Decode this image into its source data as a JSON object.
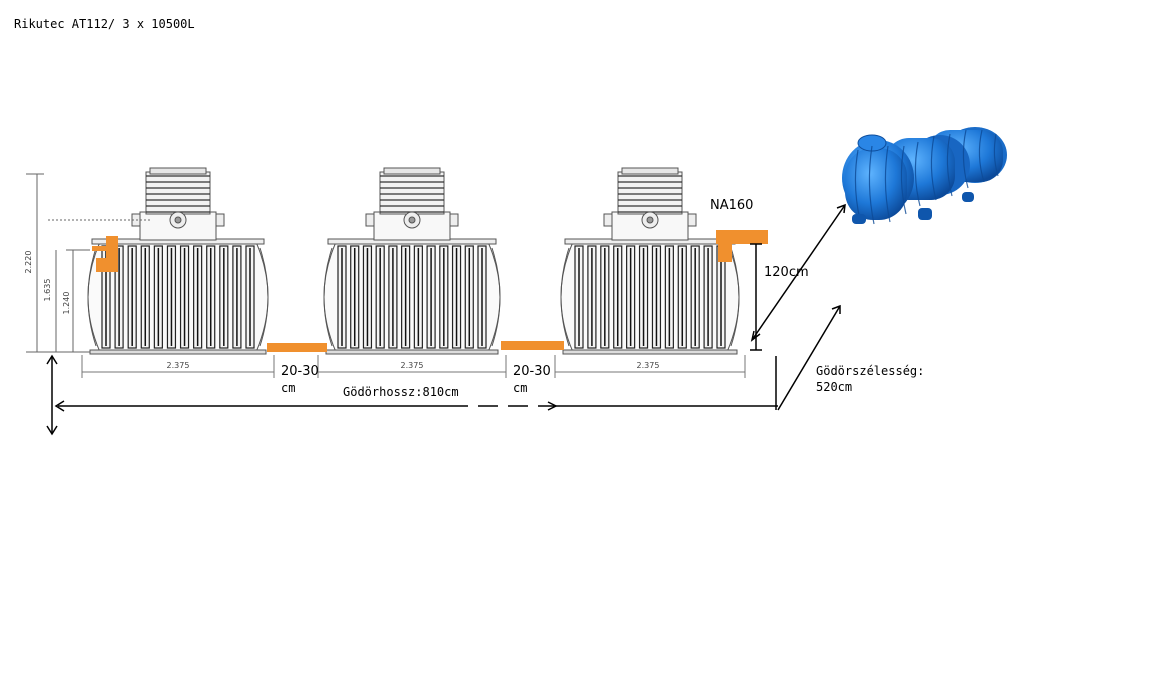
{
  "title": "Rikutec AT112/ 3 x 10500L",
  "dimensions": {
    "height_total": "2.220",
    "height_mid": "1.635",
    "height_body": "1.240",
    "tank_lengths": [
      "2.375",
      "2.375",
      "2.375"
    ]
  },
  "labels": {
    "gap1_a": "20-30",
    "gap1_b": "cm",
    "gap2_a": "20-30",
    "gap2_b": "cm",
    "pit_length": "Gödörhossz:810cm",
    "pipe": "NA160",
    "depth": "120cm",
    "pit_width_a": "Gödörszélesség:",
    "pit_width_b": "520cm"
  },
  "colors": {
    "pipe_orange": "#f0902e",
    "tank_blue": "#1e78d8",
    "line_gray": "#555555"
  }
}
